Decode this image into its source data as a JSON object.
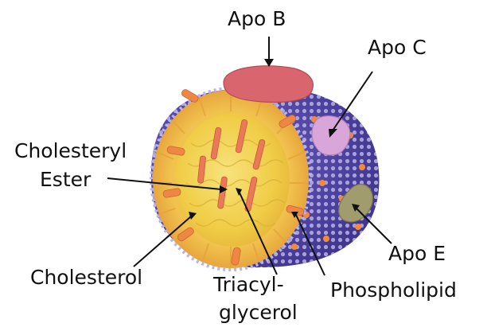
{
  "labels": {
    "apo_b": "Apo B",
    "apo_c": "Apo C",
    "cholesteryl_line1": "Cholesteryl",
    "cholesteryl_line2": "Ester",
    "cholesterol": "Cholesterol",
    "triacyl_line1": "Triacyl-",
    "triacyl_line2": "glycerol",
    "phospholipid": "Phospholipid",
    "apo_e": "Apo E"
  },
  "colors": {
    "core_yellow": "#f2d34a",
    "shell_orange": "#e9a23c",
    "surface_blue": "#4b3f9a",
    "surface_dots": "#b8b4e8",
    "apo_b": "#d9666e",
    "apo_c": "#d8a6d8",
    "apo_e": "#9a9770",
    "rods": "#e87a5a"
  }
}
